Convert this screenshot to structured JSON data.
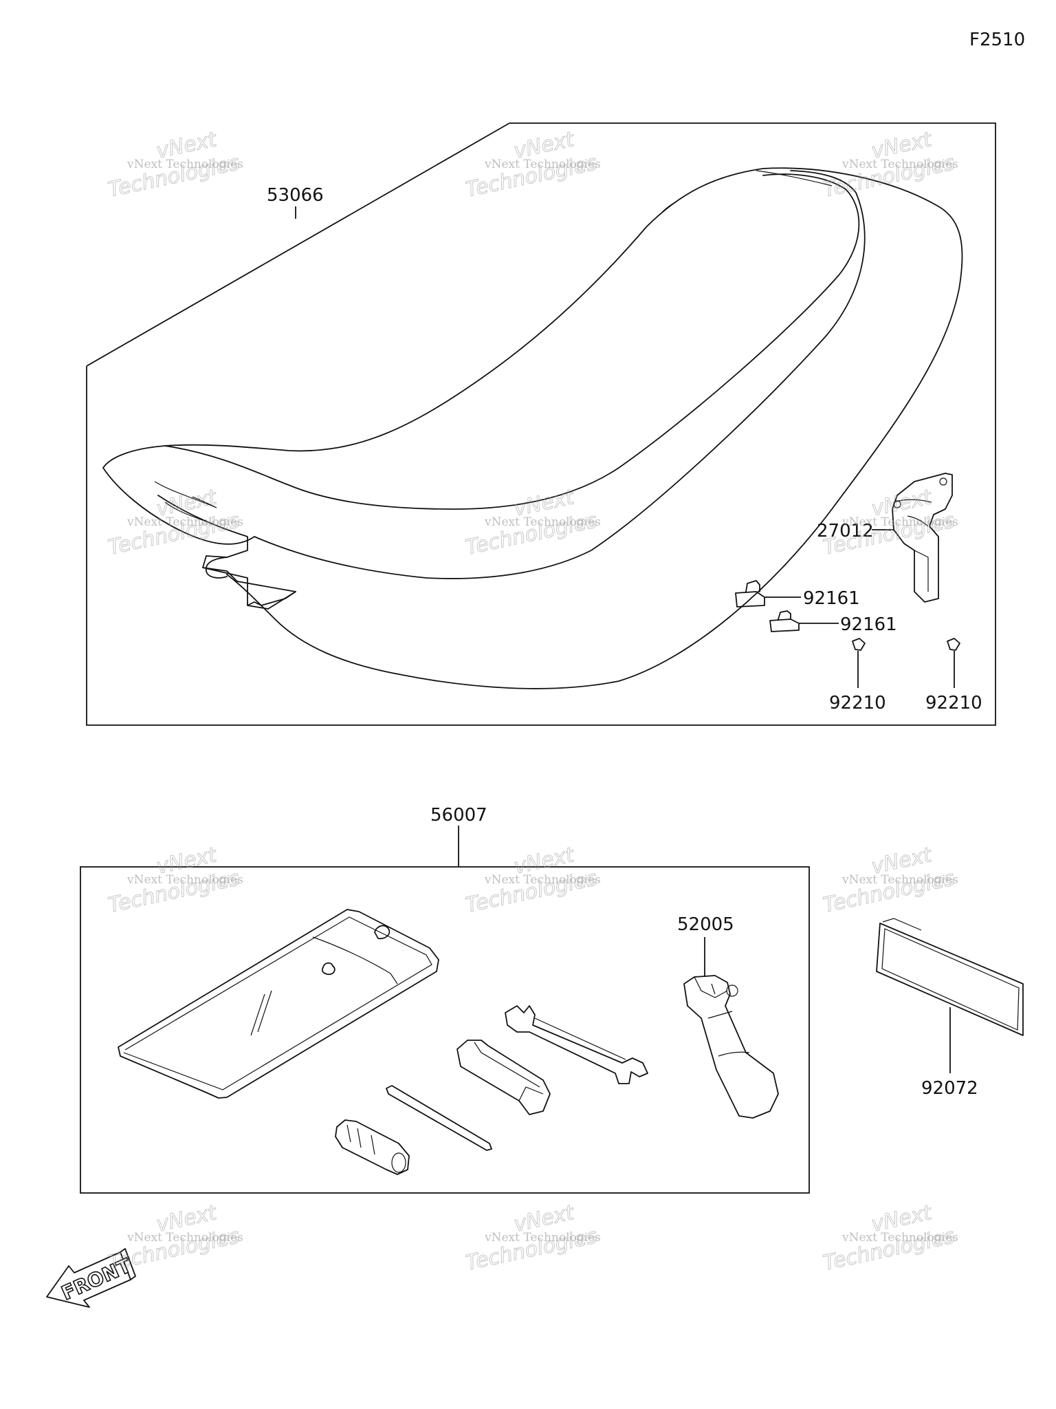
{
  "figure_code": "F2510",
  "watermark": {
    "line1": "vNext",
    "line2": "vNext Technologies",
    "line3": "Technologies"
  },
  "parts": {
    "seat": "53066",
    "seat_bracket": "27012",
    "damper_1": "92161",
    "damper_2": "92161",
    "clip_1": "92210",
    "clip_2": "92210",
    "tool_kit": "56007",
    "plug_wrench": "52005",
    "manual": "92072"
  },
  "front_label": "FRONT",
  "icons": {
    "front_arrow": "front-arrow-icon"
  }
}
